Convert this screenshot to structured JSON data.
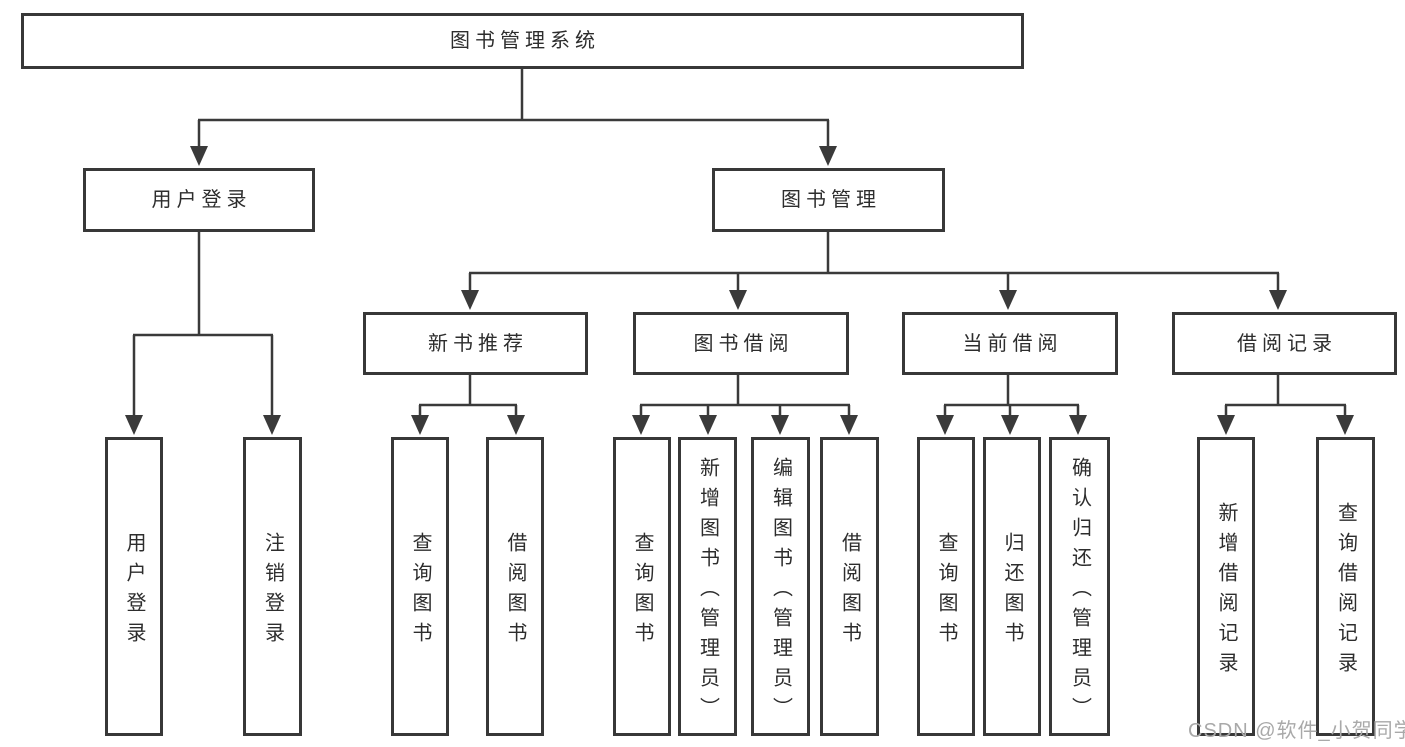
{
  "diagram_title": "图书管理系统",
  "tree": {
    "label": "图书管理系统",
    "children": [
      {
        "label": "用户登录",
        "children": [
          {
            "label": "用户登录"
          },
          {
            "label": "注销登录"
          }
        ]
      },
      {
        "label": "图书管理",
        "children": [
          {
            "label": "新书推荐",
            "children": [
              {
                "label": "查询图书"
              },
              {
                "label": "借阅图书"
              }
            ]
          },
          {
            "label": "图书借阅",
            "children": [
              {
                "label": "查询图书"
              },
              {
                "label": "新增图书（管理员）"
              },
              {
                "label": "编辑图书（管理员）"
              },
              {
                "label": "借阅图书"
              }
            ]
          },
          {
            "label": "当前借阅",
            "children": [
              {
                "label": "查询图书"
              },
              {
                "label": "归还图书"
              },
              {
                "label": "确认归还（管理员）"
              }
            ]
          },
          {
            "label": "借阅记录",
            "children": [
              {
                "label": "新增借阅记录"
              },
              {
                "label": "查询借阅记录"
              }
            ]
          }
        ]
      }
    ]
  },
  "watermark": {
    "text": "CSDN @软件_小贺同学",
    "color": "#a9a9a9"
  },
  "colors": {
    "line": "#3a3a3a",
    "box_border": "#383838",
    "text": "#2d2d2d",
    "background": "#ffffff"
  }
}
